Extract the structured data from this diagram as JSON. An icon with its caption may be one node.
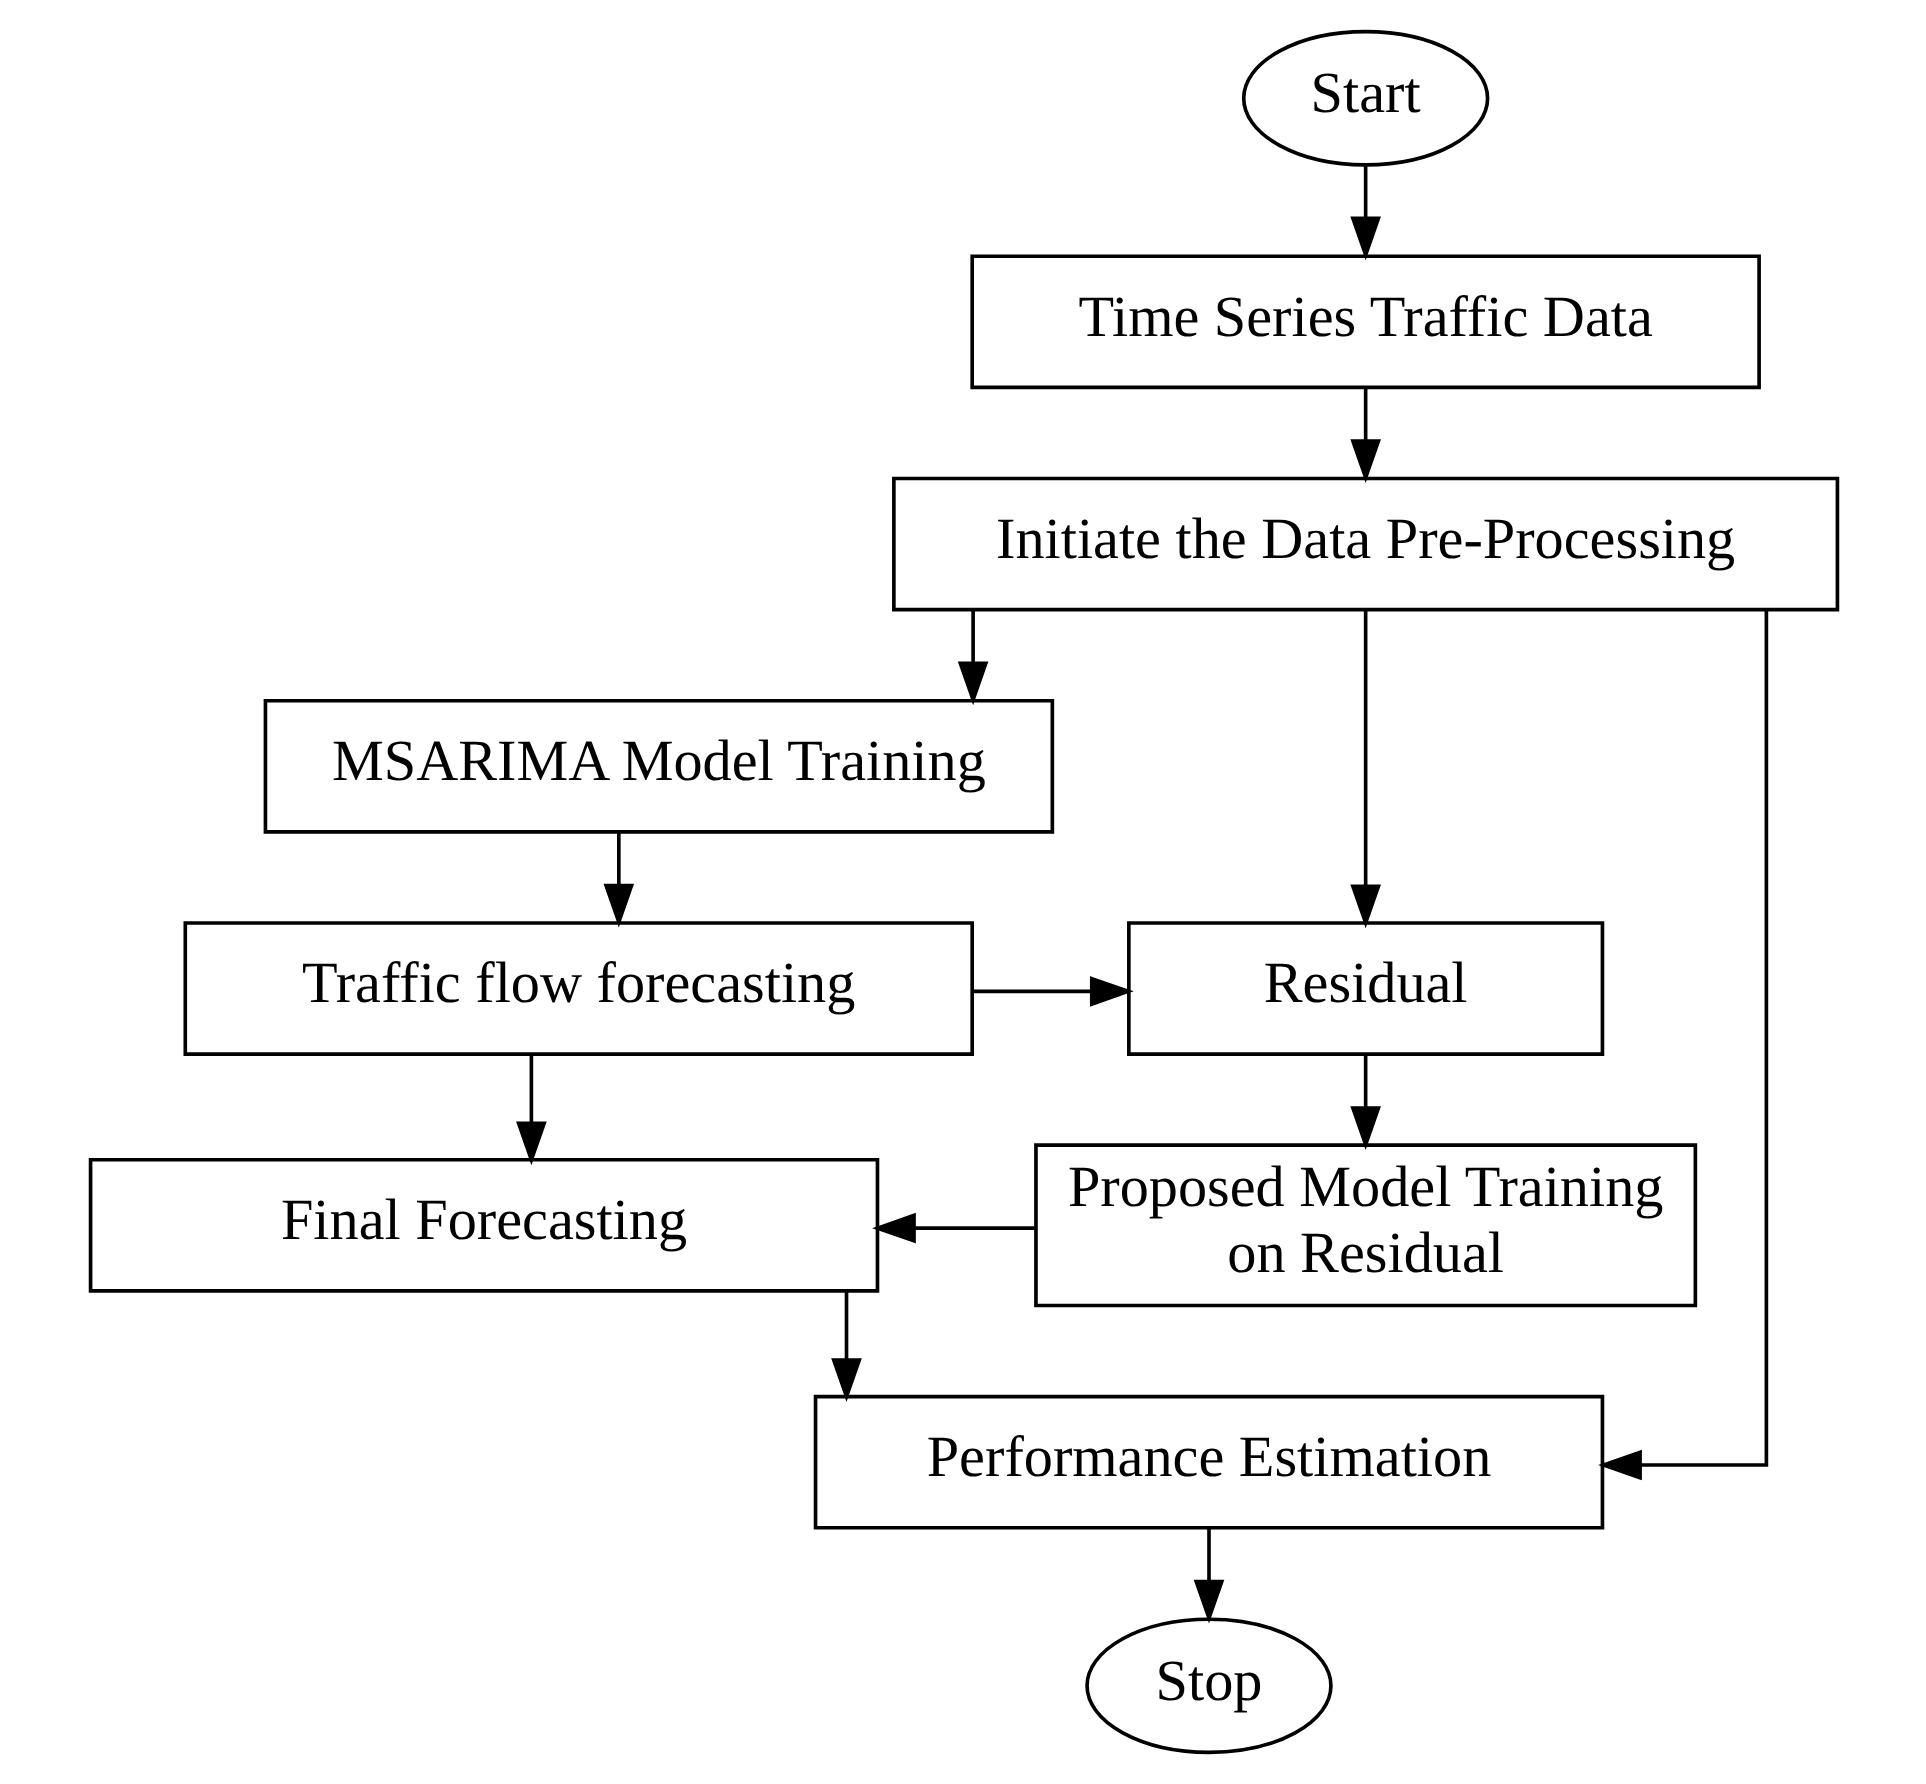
{
  "diagram": {
    "nodes": [
      {
        "text": [
          "Start"
        ]
      },
      {
        "text": [
          "Time Series Traffic Data"
        ]
      },
      {
        "text": [
          "Initiate the Data Pre-Processing"
        ]
      },
      {
        "text": [
          "MSARIMA Model Training"
        ]
      },
      {
        "text": [
          "Traffic flow forecasting"
        ]
      },
      {
        "text": [
          "Residual"
        ]
      },
      {
        "text": [
          "Final Forecasting"
        ]
      },
      {
        "text": [
          "Proposed Model Training on Residual"
        ]
      },
      {
        "text": [
          "Performance Estimation"
        ]
      },
      {
        "text": [
          "Stop"
        ]
      }
    ],
    "edges": [
      {
        "from": 0,
        "to": 1,
        "arrow": "to"
      },
      {
        "from": 1,
        "to": 2,
        "arrow": "to"
      },
      {
        "from": 2,
        "to": 3,
        "arrow": "to"
      },
      {
        "from": 2,
        "to": 5,
        "arrow": "to"
      },
      {
        "from": 3,
        "to": 4,
        "arrow": "to"
      },
      {
        "from": 4,
        "to": 5,
        "arrow": "to"
      },
      {
        "from": 4,
        "to": 6,
        "arrow": "to"
      },
      {
        "from": 5,
        "to": 7,
        "arrow": "to"
      },
      {
        "from": 7,
        "to": 6,
        "arrow": "to"
      },
      {
        "from": 6,
        "to": 8,
        "arrow": "to"
      },
      {
        "from": 2,
        "to": 8,
        "arrow": "to"
      },
      {
        "from": 8,
        "to": 9,
        "arrow": "to"
      }
    ]
  }
}
